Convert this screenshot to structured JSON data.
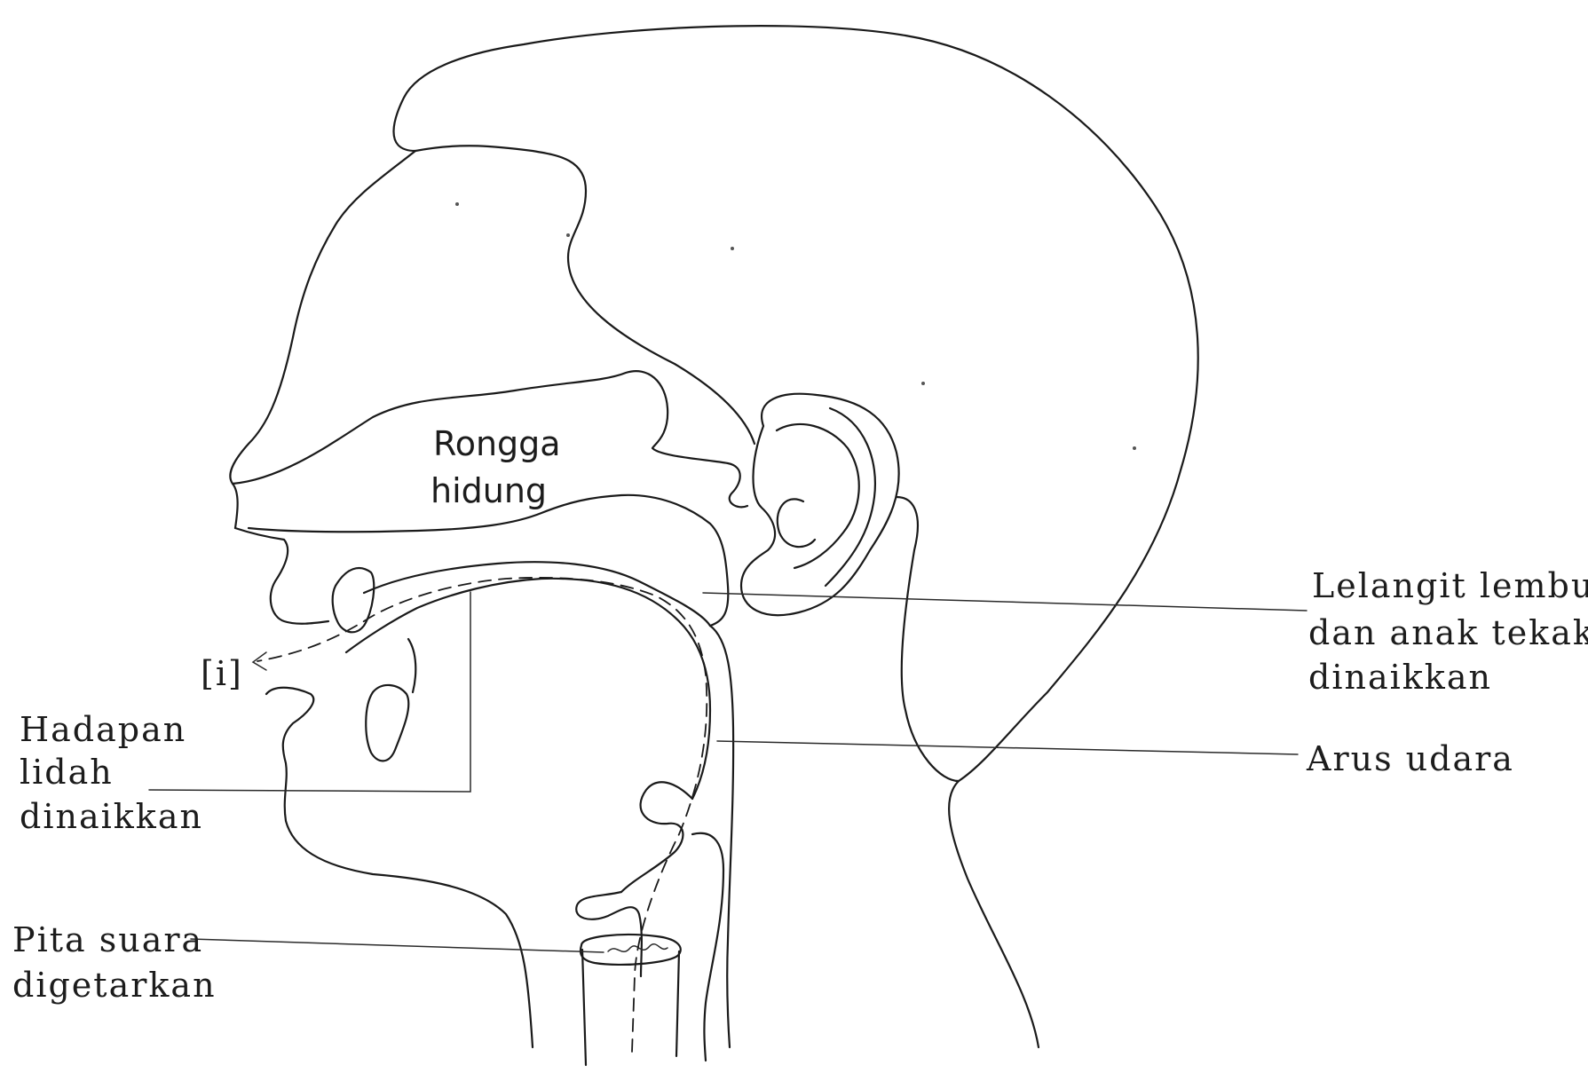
{
  "labels": {
    "nasal_cavity": [
      "Rongga",
      "hidung"
    ],
    "soft_palate": [
      "Lelangit lembut",
      "dan anak tekak",
      "dinaikkan"
    ],
    "airflow": "Arus udara",
    "front_tongue": [
      "Hadapan",
      "lidah",
      "dinaikkan"
    ],
    "vocal_cords": [
      "Pita suara",
      "digetarkan"
    ],
    "sound": "[i]"
  }
}
